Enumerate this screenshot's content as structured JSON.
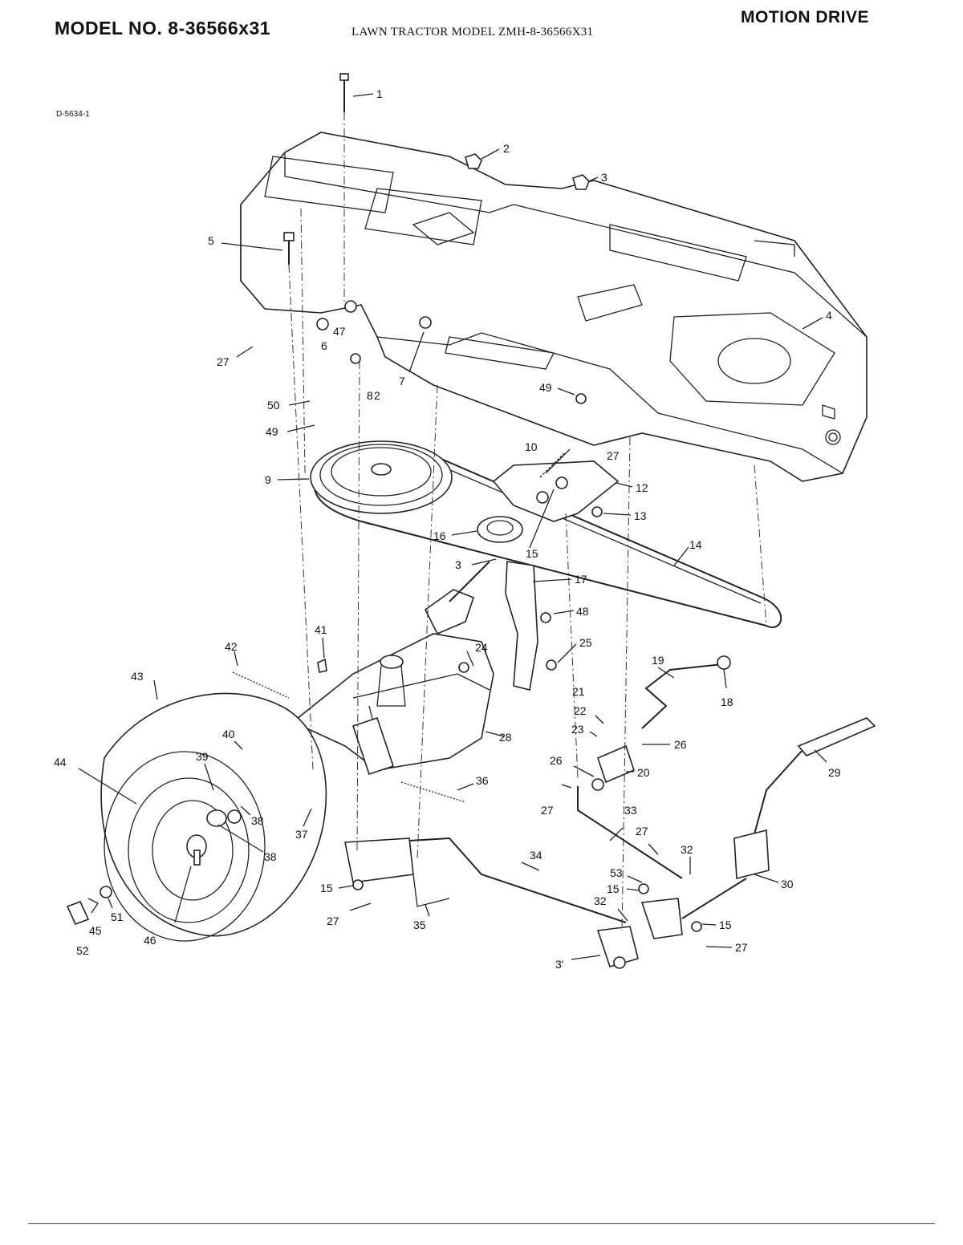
{
  "header": {
    "model_number": "MODEL NO. 8-36566x31",
    "section_title": "MOTION DRIVE",
    "subtitle": "LAWN TRACTOR MODEL ZMH-8-36566X31",
    "drawing_number": "D-5634-1"
  },
  "callouts": [
    {
      "id": "c1",
      "label": "1"
    },
    {
      "id": "c2a",
      "label": "2"
    },
    {
      "id": "c3a",
      "label": "3"
    },
    {
      "id": "c4",
      "label": "4"
    },
    {
      "id": "c5",
      "label": "5"
    },
    {
      "id": "c47",
      "label": "47"
    },
    {
      "id": "c6",
      "label": "6"
    },
    {
      "id": "c27a",
      "label": "27"
    },
    {
      "id": "c2b",
      "label": "2"
    },
    {
      "id": "c7",
      "label": "7"
    },
    {
      "id": "c49a",
      "label": "49"
    },
    {
      "id": "c50",
      "label": "50"
    },
    {
      "id": "c49b",
      "label": "49"
    },
    {
      "id": "c8",
      "label": "8"
    },
    {
      "id": "c9",
      "label": "9"
    },
    {
      "id": "c10",
      "label": "10"
    },
    {
      "id": "c27b",
      "label": "27"
    },
    {
      "id": "c12",
      "label": "12"
    },
    {
      "id": "c13",
      "label": "13"
    },
    {
      "id": "c16",
      "label": "16"
    },
    {
      "id": "c15a",
      "label": "15"
    },
    {
      "id": "c14",
      "label": "14"
    },
    {
      "id": "c3b",
      "label": "3"
    },
    {
      "id": "c17",
      "label": "17"
    },
    {
      "id": "c48",
      "label": "48"
    },
    {
      "id": "c41",
      "label": "41"
    },
    {
      "id": "c24",
      "label": "24"
    },
    {
      "id": "c25",
      "label": "25"
    },
    {
      "id": "c42",
      "label": "42"
    },
    {
      "id": "c19",
      "label": "19"
    },
    {
      "id": "c43",
      "label": "43"
    },
    {
      "id": "c18",
      "label": "18"
    },
    {
      "id": "c21",
      "label": "21"
    },
    {
      "id": "c22",
      "label": "22"
    },
    {
      "id": "c23",
      "label": "23"
    },
    {
      "id": "c28",
      "label": "28"
    },
    {
      "id": "c26a",
      "label": "26"
    },
    {
      "id": "c40",
      "label": "40"
    },
    {
      "id": "c29",
      "label": "29"
    },
    {
      "id": "c44",
      "label": "44"
    },
    {
      "id": "c39",
      "label": "39"
    },
    {
      "id": "c26b",
      "label": "26"
    },
    {
      "id": "c20",
      "label": "20"
    },
    {
      "id": "c36",
      "label": "36"
    },
    {
      "id": "c38a",
      "label": "38"
    },
    {
      "id": "c37",
      "label": "37"
    },
    {
      "id": "c27c",
      "label": "27"
    },
    {
      "id": "c33",
      "label": "33"
    },
    {
      "id": "c38b",
      "label": "38"
    },
    {
      "id": "c27d",
      "label": "27"
    },
    {
      "id": "c34",
      "label": "34"
    },
    {
      "id": "c32a",
      "label": "32"
    },
    {
      "id": "c53",
      "label": "53"
    },
    {
      "id": "c30",
      "label": "30"
    },
    {
      "id": "c15b",
      "label": "15"
    },
    {
      "id": "c15c",
      "label": "15"
    },
    {
      "id": "c32b",
      "label": "32"
    },
    {
      "id": "c27e",
      "label": "27"
    },
    {
      "id": "c51",
      "label": "51"
    },
    {
      "id": "c15d",
      "label": "15"
    },
    {
      "id": "c35",
      "label": "35"
    },
    {
      "id": "c45",
      "label": "45"
    },
    {
      "id": "c46",
      "label": "46"
    },
    {
      "id": "c27f",
      "label": "27"
    },
    {
      "id": "c31",
      "label": "3'"
    },
    {
      "id": "c52",
      "label": "52"
    }
  ]
}
